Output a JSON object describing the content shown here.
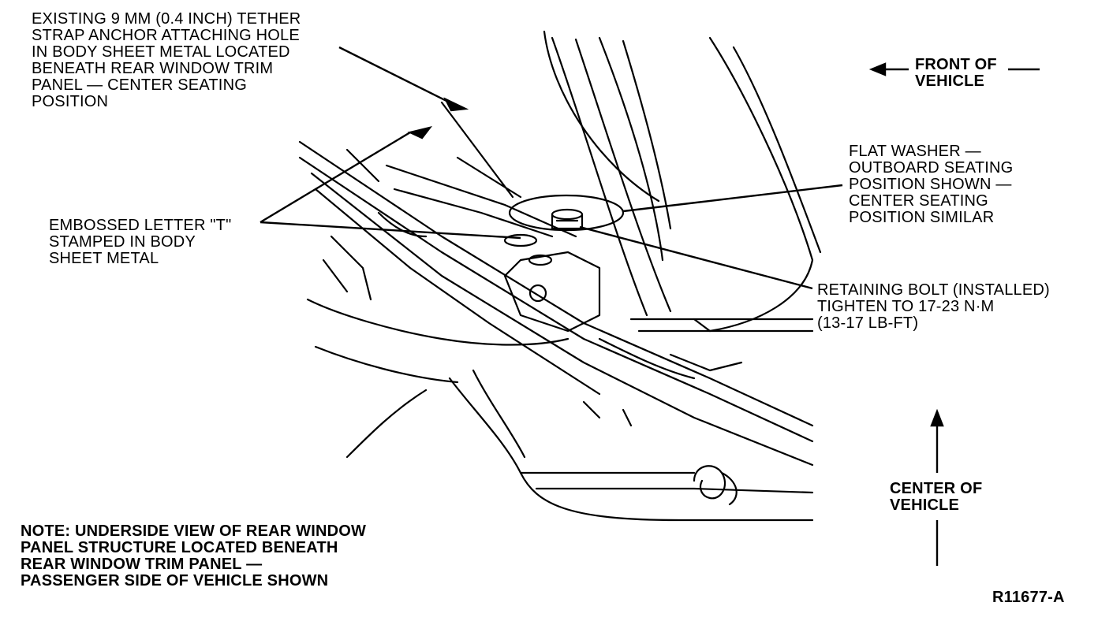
{
  "labels": {
    "tether_hole": [
      "EXISTING 9 mm (0.4 INCH) TETHER",
      "STRAP ANCHOR ATTACHING HOLE",
      "IN BODY SHEET METAL LOCATED",
      "BENEATH REAR WINDOW TRIM",
      "PANEL — CENTER SEATING",
      "POSITION"
    ],
    "embossed": [
      "EMBOSSED LETTER \"T\"",
      "STAMPED IN BODY",
      "SHEET METAL"
    ],
    "front": [
      "FRONT OF",
      "VEHICLE"
    ],
    "flat_washer": [
      "FLAT WASHER —",
      "OUTBOARD SEATING",
      "POSITION SHOWN —",
      "CENTER SEATING",
      "POSITION SIMILAR"
    ],
    "retaining_bolt": [
      "RETAINING BOLT (INSTALLED)",
      "TIGHTEN TO 17-23 N·m",
      "(13-17 LB-FT)"
    ],
    "center": [
      "CENTER OF",
      "VEHICLE"
    ],
    "note": [
      "NOTE: UNDERSIDE VIEW OF REAR WINDOW",
      "PANEL STRUCTURE LOCATED BENEATH",
      "REAR WINDOW TRIM PANEL —",
      "PASSENGER SIDE OF VEHICLE SHOWN"
    ],
    "figure_id": "R11677-A"
  }
}
